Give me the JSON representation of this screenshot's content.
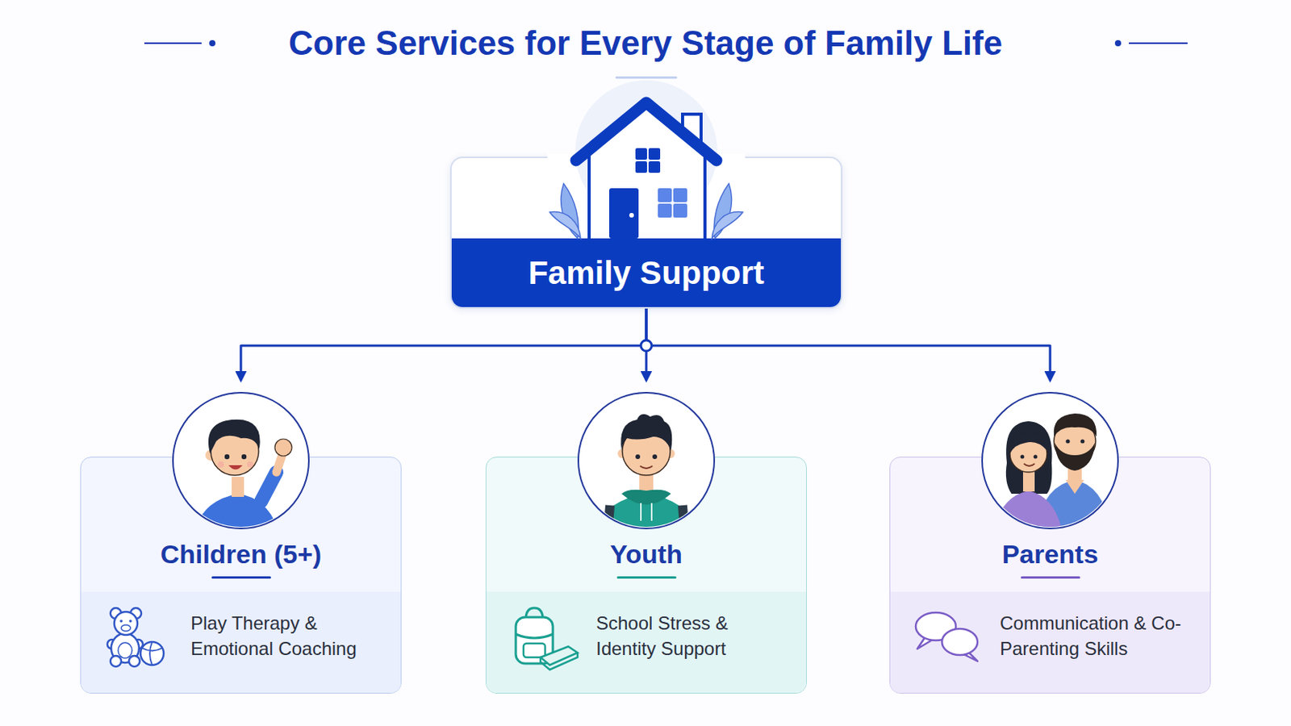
{
  "diagram": {
    "title": "Core Services for Every Stage of Family Life",
    "nodes": [
      {
        "text": [
          "Family Support"
        ]
      },
      {
        "text": [
          "Children (5+)",
          "Play Therapy & Emotional Coaching"
        ]
      },
      {
        "text": [
          "Youth",
          "School Stress & Identity Support"
        ]
      },
      {
        "text": [
          "Parents",
          "Communication & Co-Parenting Skills"
        ]
      }
    ],
    "edges": [
      {
        "from": 0,
        "to": 1,
        "arrow": "to"
      },
      {
        "from": 0,
        "to": 2,
        "arrow": "to"
      },
      {
        "from": 0,
        "to": 3,
        "arrow": "to"
      }
    ]
  }
}
